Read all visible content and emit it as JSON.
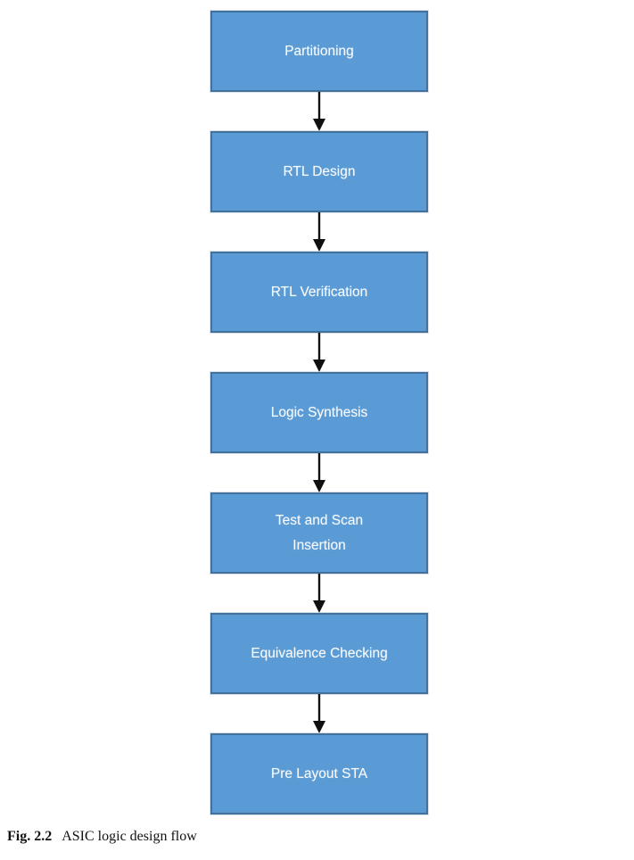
{
  "figure": {
    "caption_label": "Fig. 2.2",
    "caption_text": "ASIC logic design flow"
  },
  "flowchart": {
    "type": "vertical-flow",
    "direction": "top-to-bottom",
    "connector": "solid-black-down-arrow",
    "nodes": [
      {
        "id": "partitioning",
        "label": "Partitioning"
      },
      {
        "id": "rtl-design",
        "label": "RTL Design"
      },
      {
        "id": "rtl-verification",
        "label": "RTL Verification"
      },
      {
        "id": "logic-synthesis",
        "label": "Logic Synthesis"
      },
      {
        "id": "test-scan-insertion",
        "label": "Test and Scan Insertion"
      },
      {
        "id": "equivalence-checking",
        "label": "Equivalence Checking"
      },
      {
        "id": "pre-layout-sta",
        "label": "Pre Layout STA"
      }
    ],
    "colors": {
      "node_fill": "#5b9bd5",
      "node_border": "#41719c",
      "node_text": "#ffffff",
      "arrow": "#000000",
      "background": "#ffffff"
    }
  }
}
